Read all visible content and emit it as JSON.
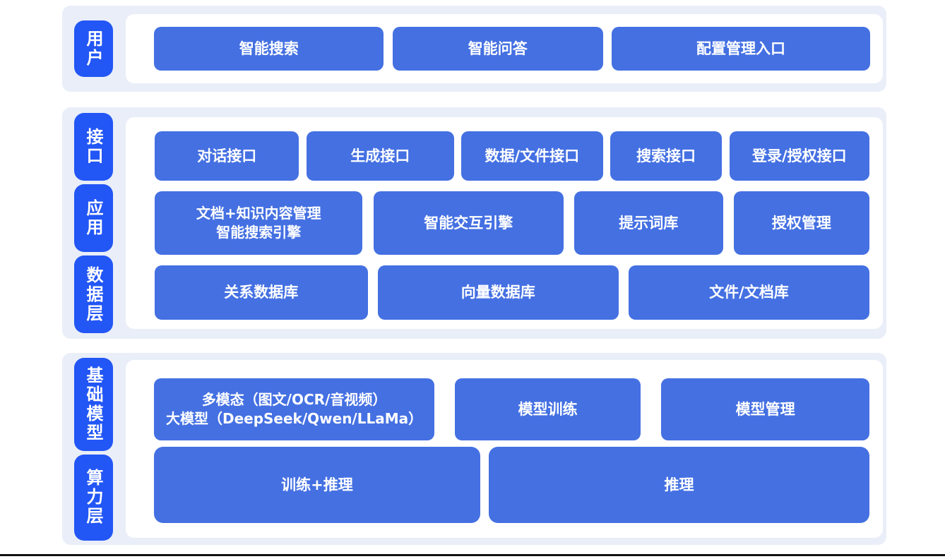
{
  "colors": {
    "layer_label_bg": "#2256f5",
    "box_bg": "#4470e2",
    "band_bg": "#e9eef8",
    "panel_bg": "#ffffff",
    "text": "#ffffff",
    "bottom_divider": "#111111"
  },
  "sections": [
    {
      "name": "user-layer",
      "side_labels": [
        "用户"
      ],
      "rows": [
        {
          "cells": [
            {
              "label": "智能搜索"
            },
            {
              "label": "智能问答"
            },
            {
              "label": "配置管理入口"
            }
          ]
        }
      ]
    },
    {
      "name": "interface-application-data-layer",
      "side_labels": [
        "接口",
        "应用",
        "数据层"
      ],
      "rows": [
        {
          "cells": [
            {
              "label": "对话接口"
            },
            {
              "label": "生成接口"
            },
            {
              "label": "数据/文件接口"
            },
            {
              "label": "搜索接口"
            },
            {
              "label": "登录/授权接口"
            }
          ]
        },
        {
          "cells": [
            {
              "line1": "文档+知识内容管理",
              "line2": "智能搜索引擎"
            },
            {
              "label": "智能交互引擎"
            },
            {
              "label": "提示词库"
            },
            {
              "label": "授权管理"
            }
          ]
        },
        {
          "cells": [
            {
              "label": "关系数据库"
            },
            {
              "label": "向量数据库"
            },
            {
              "label": "文件/文档库"
            }
          ]
        }
      ]
    },
    {
      "name": "foundation-model-compute-layer",
      "side_labels": [
        "基础模型",
        "算力层"
      ],
      "rows": [
        {
          "cells": [
            {
              "line1": "多模态（图文/OCR/音视频）",
              "line2": "大模型（DeepSeek/Qwen/LLaMa）"
            },
            {
              "label": "模型训练"
            },
            {
              "label": "模型管理"
            }
          ]
        },
        {
          "cells": [
            {
              "label": "训练+推理"
            },
            {
              "label": "推理"
            }
          ]
        }
      ]
    }
  ]
}
